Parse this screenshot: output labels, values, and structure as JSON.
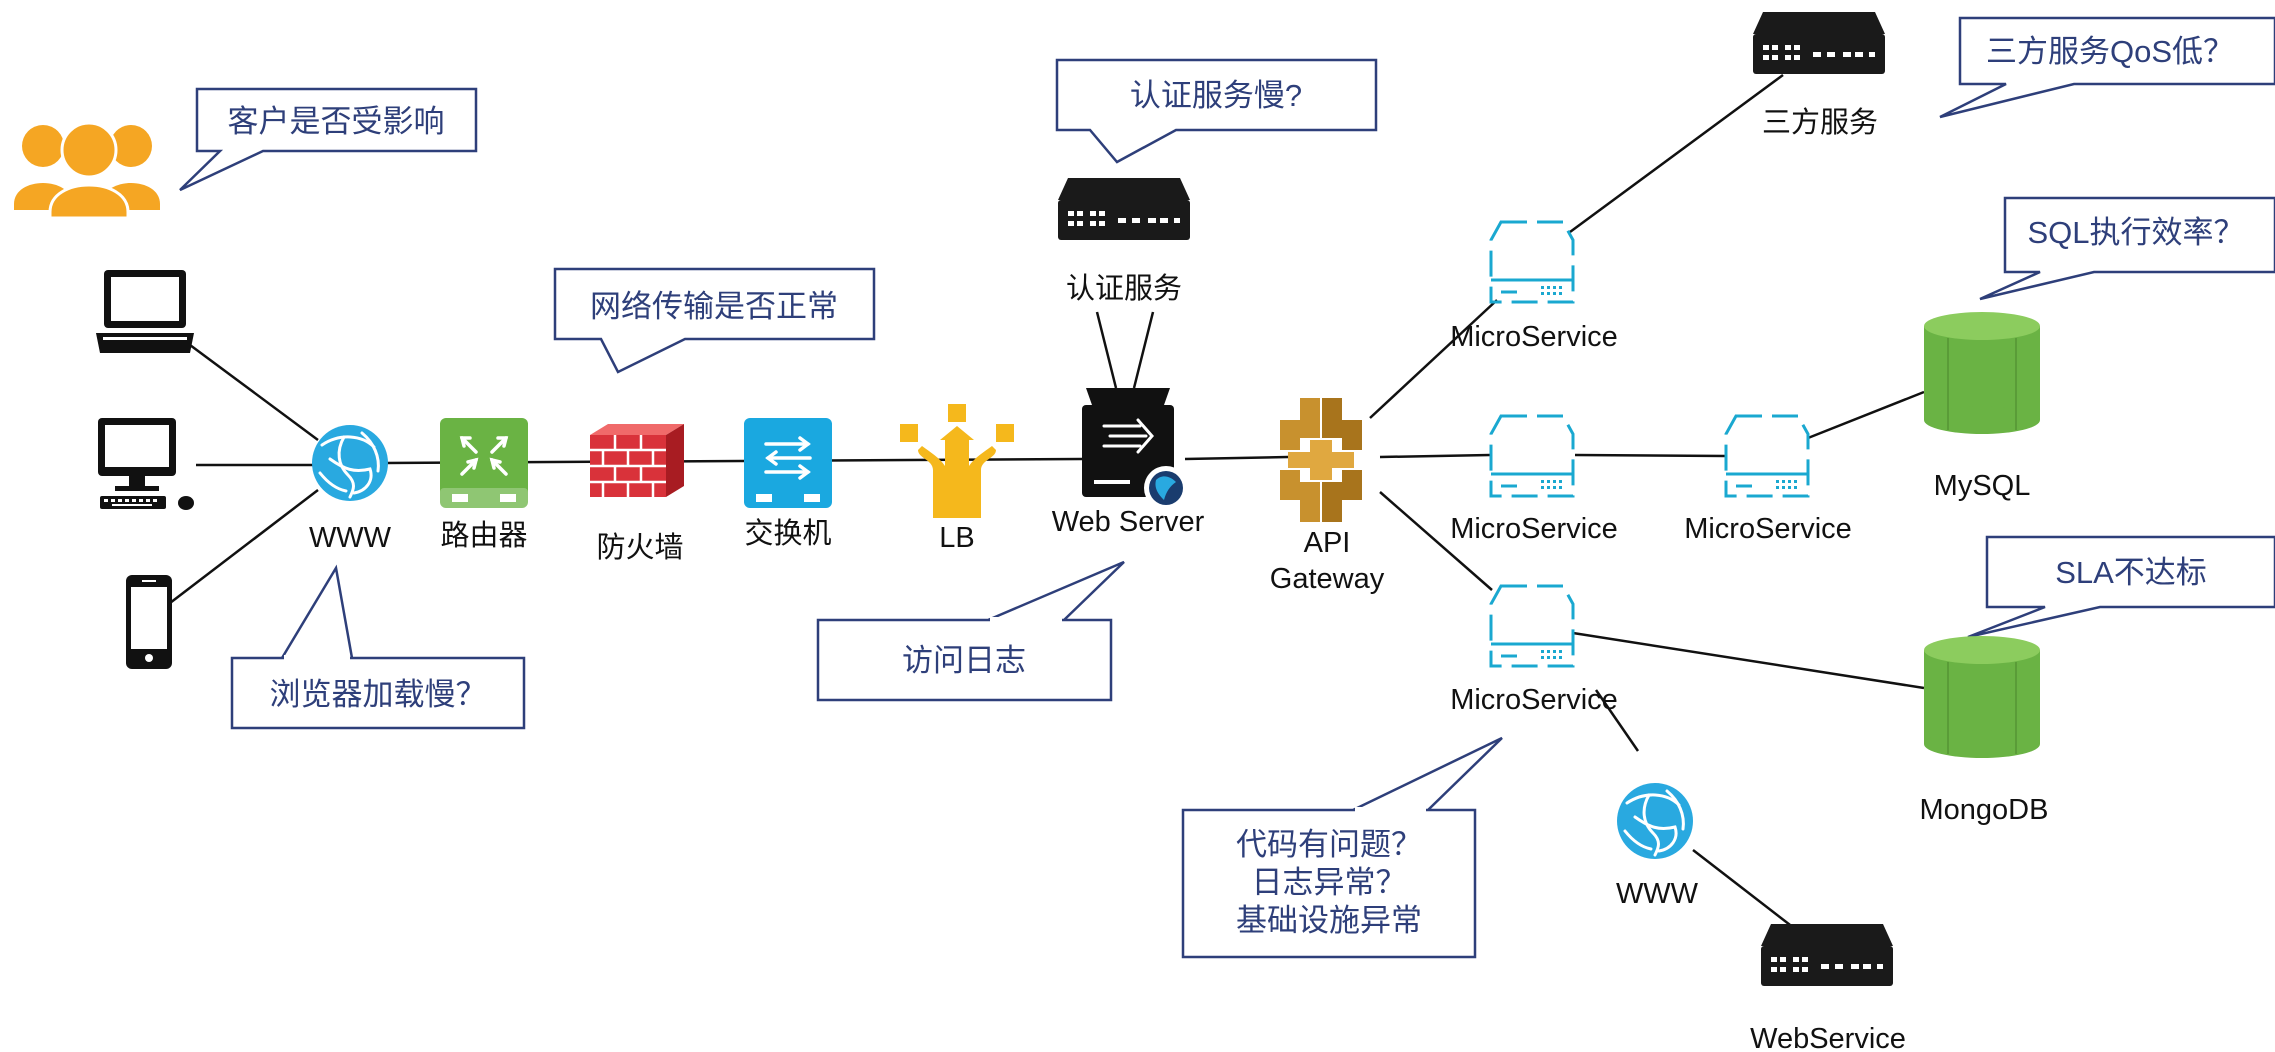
{
  "nodes": {
    "www1": "WWW",
    "router": "路由器",
    "firewall": "防火墙",
    "switch": "交换机",
    "lb": "LB",
    "web_server": "Web Server",
    "auth_service": "认证服务",
    "api_gateway": [
      "API",
      "Gateway"
    ],
    "micro_top": "MicroService",
    "micro_mid": "MicroService",
    "micro_right": "MicroService",
    "micro_bottom": "MicroService",
    "third_party": "三方服务",
    "mysql": "MySQL",
    "mongodb": "MongoDB",
    "www2": "WWW",
    "webservice": "WebService"
  },
  "callouts": {
    "customers": "客户是否受影响",
    "network": "网络传输是否正常",
    "browser": "浏览器加载慢？",
    "auth": "认证服务慢?",
    "access_log": "访问日志",
    "code_issue": [
      "代码有问题？",
      "日志异常？",
      "基础设施异常"
    ],
    "third_party_qos": "三方服务QoS低？",
    "sql_efficiency": "SQL执行效率？",
    "sla": "SLA不达标"
  },
  "colors": {
    "callout_border": "#2e3f7a",
    "callout_text": "#2e3f7a",
    "user_icon": "#f5a623",
    "router": "#6ab344",
    "firewall": "#d9323a",
    "switch": "#1aa8e0",
    "lb": "#f5b81c",
    "globe": "#29a9e0",
    "gateway": "#c8912e",
    "db": "#6ab344",
    "server_outline": "#1aa8d0",
    "device": "#111111"
  },
  "icons": {
    "users": "users-icon",
    "laptop": "laptop-icon",
    "desktop": "desktop-icon",
    "phone": "phone-icon",
    "globe": "globe-icon",
    "router": "router-icon",
    "firewall": "firewall-icon",
    "switch": "switch-icon",
    "lb": "load-balancer-icon",
    "server": "server-icon",
    "gateway": "api-gateway-icon",
    "microservice": "microservice-icon",
    "database": "database-icon",
    "network_device": "network-appliance-icon"
  }
}
